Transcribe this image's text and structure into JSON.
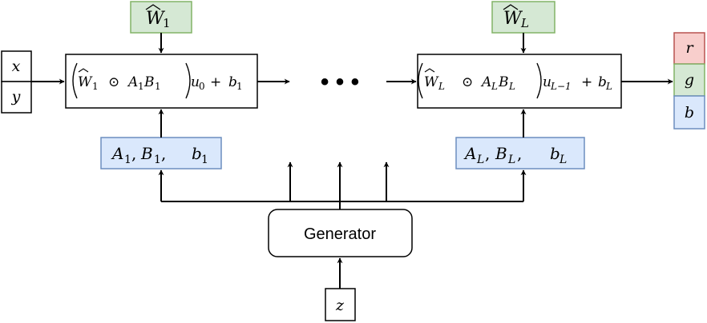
{
  "inputs": {
    "x": "x",
    "y": "y"
  },
  "latent": "z",
  "generator": {
    "label": "Generator"
  },
  "layer_first": {
    "weight": {
      "W": "W",
      "sub": "1"
    },
    "params": {
      "A": "A",
      "A_sub": "1",
      "B": "B",
      "B_sub": "1",
      "b": "b",
      "b_sub": "1"
    },
    "expr": {
      "W": "W",
      "W_sub": "1",
      "odot": "⊙",
      "A": "A",
      "A_sub": "1",
      "B": "B",
      "B_sub": "1",
      "u": "u",
      "u_sub": "0",
      "plus": "+",
      "b": "b",
      "b_sub": "1"
    }
  },
  "ellipsis": "• • •",
  "layer_last": {
    "weight": {
      "W": "W",
      "sub": "L"
    },
    "params": {
      "A": "A",
      "A_sub": "L",
      "B": "B",
      "B_sub": "L",
      "b": "b",
      "b_sub": "L"
    },
    "expr": {
      "W": "W",
      "W_sub": "L",
      "odot": "⊙",
      "A": "A",
      "A_sub": "L",
      "B": "B",
      "B_sub": "L",
      "u": "u",
      "u_sub": "L−1",
      "plus": "+",
      "b": "b",
      "b_sub": "L"
    }
  },
  "outputs": [
    {
      "label": "r",
      "fill": "#f8cecc",
      "stroke": "#b85450"
    },
    {
      "label": "g",
      "fill": "#d5e8d4",
      "stroke": "#82b366"
    },
    {
      "label": "b",
      "fill": "#dae8fc",
      "stroke": "#6c8ebf"
    }
  ],
  "colors": {
    "weight_fill": "#d5e8d4",
    "weight_stroke": "#82b366",
    "param_fill": "#dae8fc",
    "param_stroke": "#6c8ebf"
  }
}
